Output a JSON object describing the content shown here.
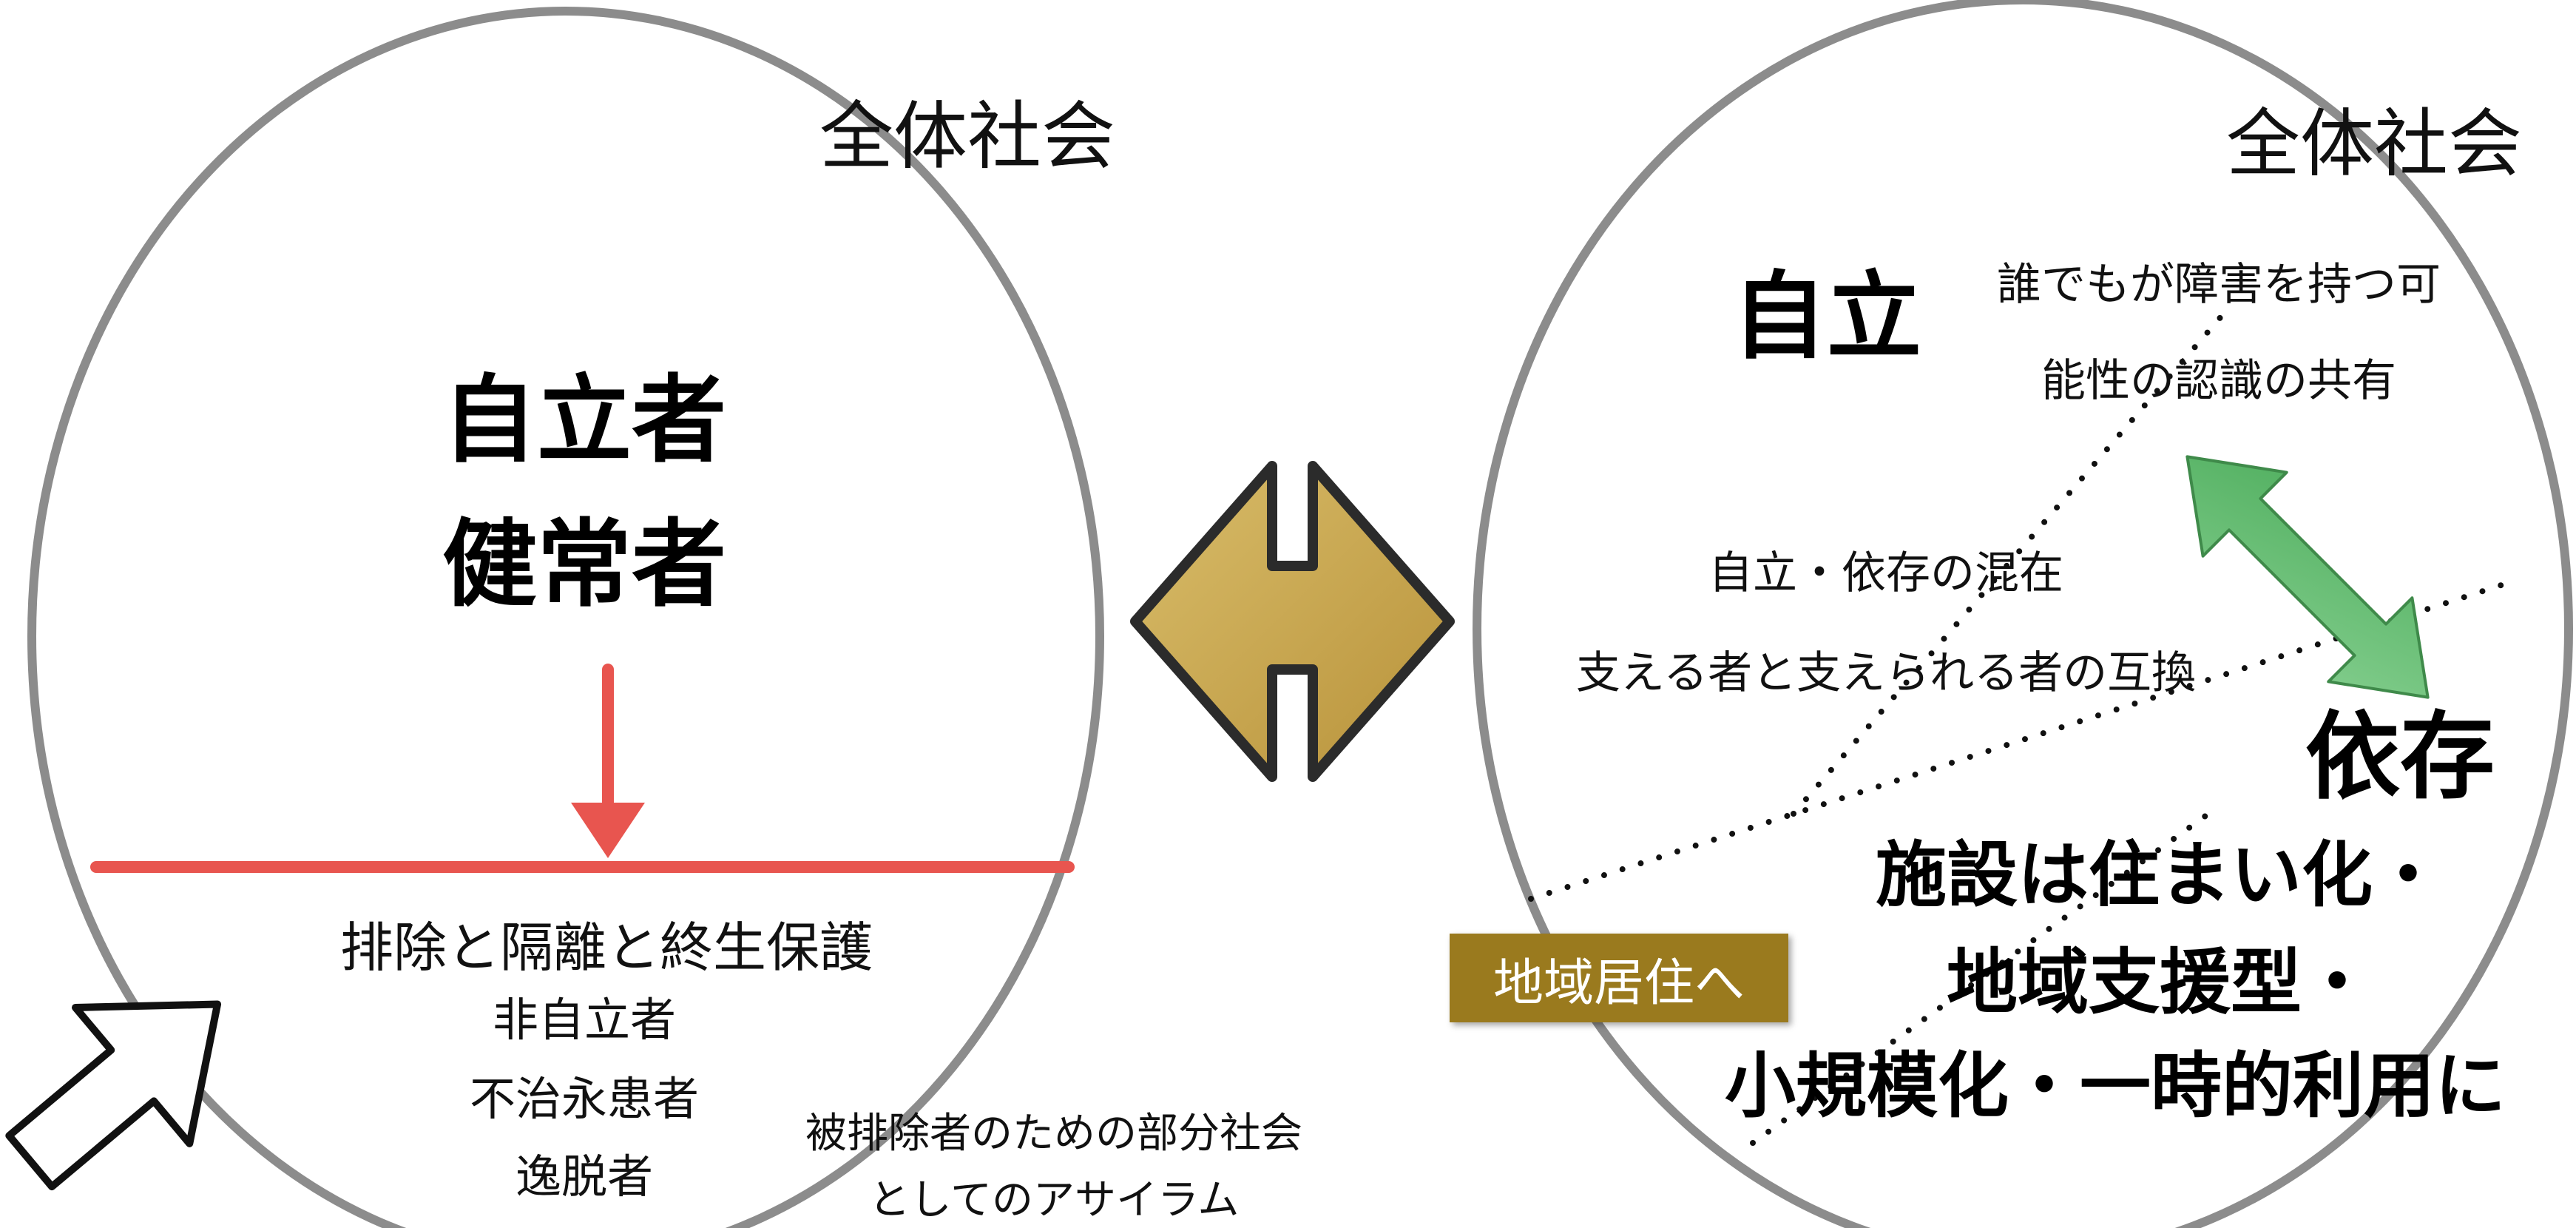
{
  "left_panel": {
    "title": "全体社会",
    "main_line1": "自立者",
    "main_line2": "健常者",
    "exclusion_label": "排除と隔離と終生保護",
    "excluded": [
      "非自立者",
      "不治永患者",
      "逸脱者"
    ],
    "asylum_line1": "被排除者のための部分社会",
    "asylum_line2": "としてのアサイラム"
  },
  "right_panel": {
    "title": "全体社会",
    "independence": "自立",
    "shared_line1": "誰でもが障害を持つ可",
    "shared_line2": "能性の認識の共有",
    "mixed_line1": "自立・依存の混在",
    "mixed_line2": "支える者と支えられる者の互換",
    "dependence": "依存",
    "facility_line1": "施設は住まい化・",
    "facility_line2": "地域支援型・",
    "facility_line3": "小規模化・一時的利用に",
    "badge": "地域居住へ"
  },
  "icons": [
    "double-headed-exchange-arrow",
    "down-arrow",
    "diagonal-double-arrow",
    "pointer-arrow"
  ],
  "colors": {
    "circle_stroke": "#8c8c8c",
    "red_line": "#e8554f",
    "gold_arrow": "#c9a64e",
    "green_arrow": "#6cc079",
    "badge_bg": "#9a7a1e"
  }
}
